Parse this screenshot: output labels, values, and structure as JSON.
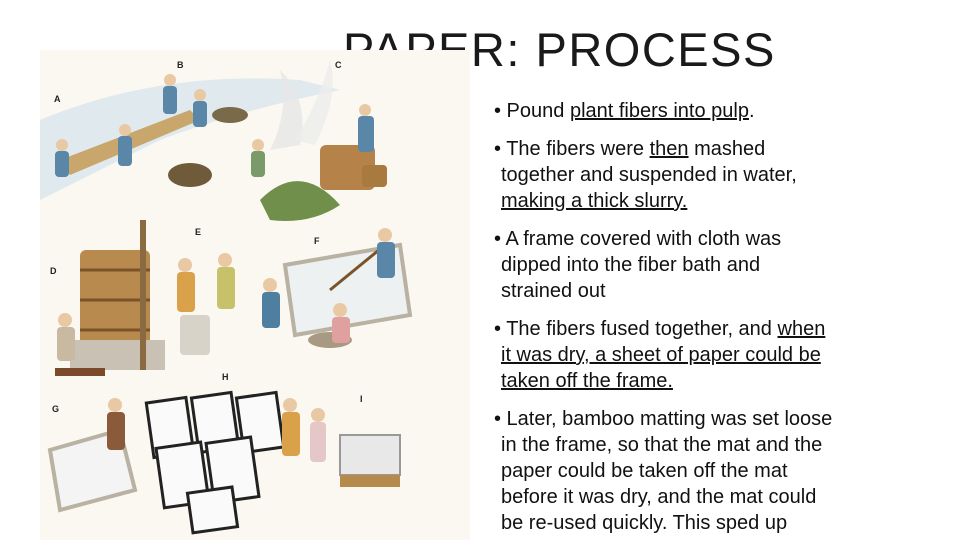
{
  "slide": {
    "title": "PAPER: PROCESS",
    "illustration_labels": [
      "A",
      "B",
      "C",
      "D",
      "E",
      "F",
      "G",
      "H",
      "I"
    ],
    "bullets": [
      {
        "lines": [
          [
            {
              "t": "• Pound "
            },
            {
              "t": "plant fibers into pulp",
              "u": true
            },
            {
              "t": "."
            }
          ]
        ]
      },
      {
        "lines": [
          [
            {
              "t": "• The fibers were "
            },
            {
              "t": "then",
              "u": true
            },
            {
              "t": " mashed"
            }
          ],
          [
            {
              "t": "together and suspended in water,"
            }
          ],
          [
            {
              "t": "making a thick slurry.",
              "u": true
            }
          ]
        ]
      },
      {
        "lines": [
          [
            {
              "t": "• A frame covered with cloth was"
            }
          ],
          [
            {
              "t": "dipped into the fiber bath and"
            }
          ],
          [
            {
              "t": "strained out"
            }
          ]
        ]
      },
      {
        "lines": [
          [
            {
              "t": "• The fibers fused together, and "
            },
            {
              "t": "when",
              "u": true
            }
          ],
          [
            {
              "t": "it was dry, a sheet of paper could be",
              "u": true
            }
          ],
          [
            {
              "t": "taken off the frame.",
              "u": true
            }
          ]
        ]
      },
      {
        "lines": [
          [
            {
              "t": "• Later, bamboo matting was set loose"
            }
          ],
          [
            {
              "t": "in the frame, so that the mat and the"
            }
          ],
          [
            {
              "t": "paper could be taken off the mat"
            }
          ],
          [
            {
              "t": "before it was dry, and the mat could"
            }
          ],
          [
            {
              "t": "be re-used quickly. This sped up"
            }
          ]
        ]
      }
    ]
  }
}
